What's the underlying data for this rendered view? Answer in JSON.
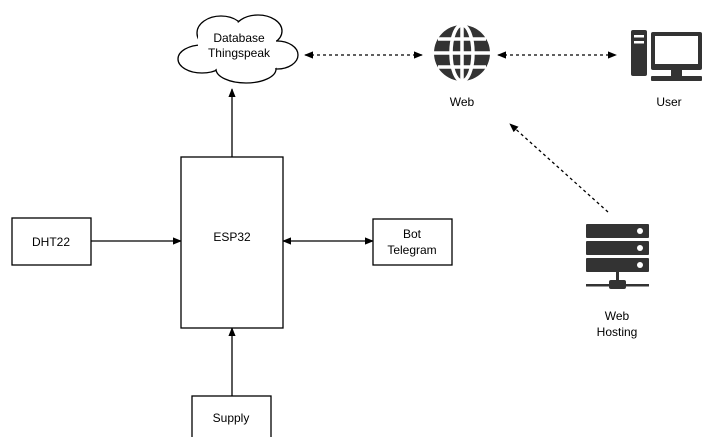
{
  "nodes": {
    "database": {
      "line1": "Database",
      "line2": "Thingspeak"
    },
    "web": {
      "label": "Web"
    },
    "user": {
      "label": "User"
    },
    "esp32": {
      "label": "ESP32"
    },
    "dht22": {
      "label": "DHT22"
    },
    "bot": {
      "line1": "Bot",
      "line2": "Telegram"
    },
    "hosting": {
      "line1": "Web",
      "line2": "Hosting"
    },
    "supply": {
      "label": "Supply"
    }
  },
  "icons": {
    "web": "globe-icon",
    "user": "desktop-computer-icon",
    "hosting": "server-rack-icon",
    "database": "cloud-shape"
  },
  "colors": {
    "stroke": "#000000",
    "icon": "#333333",
    "background": "#ffffff"
  }
}
